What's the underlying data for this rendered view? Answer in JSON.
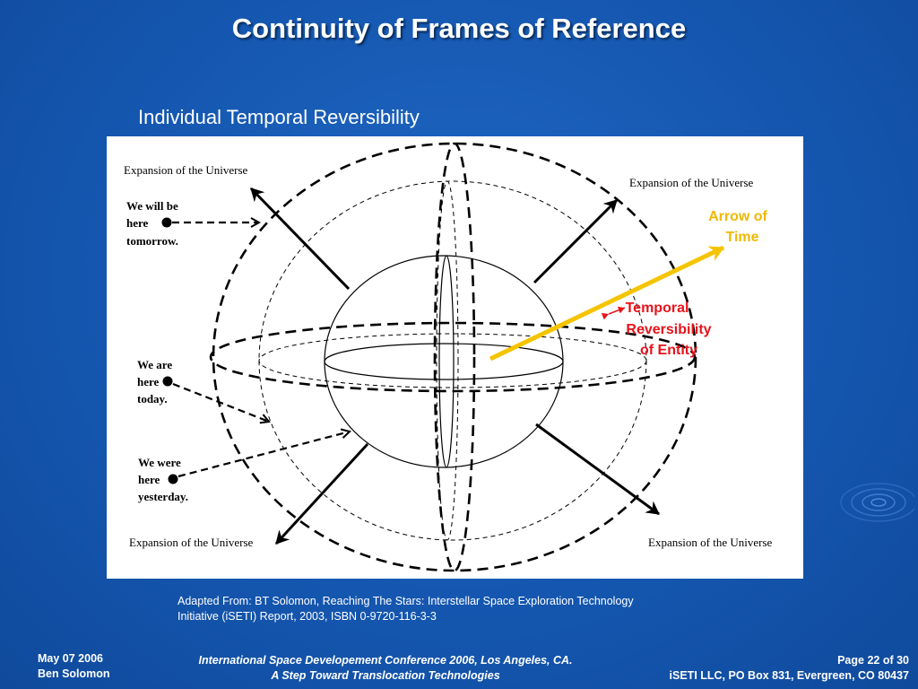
{
  "slide": {
    "title": "Continuity of Frames of Reference",
    "subtitle": "Individual Temporal Reversibility"
  },
  "diagram": {
    "expansion_label": "Expansion of the Universe",
    "tomorrow": [
      "We will be",
      "here",
      "tomorrow."
    ],
    "today": [
      "We are",
      "here",
      "today."
    ],
    "yesterday": [
      "We were",
      "here",
      "yesterday."
    ],
    "arrow_of_time": [
      "Arrow of",
      "Time"
    ],
    "temporal_reversibility": [
      "Temporal",
      "Reversibility",
      "of Entity"
    ],
    "colors": {
      "arrow_of_time": "#f5c400",
      "red_labels": "#e8131b",
      "arrow_of_time_text": "#f0b800"
    }
  },
  "caption": {
    "line1": "Adapted From: BT Solomon, Reaching The Stars: Interstellar Space Exploration Technology",
    "line2": "Initiative (iSETI) Report, 2003, ISBN 0-9720-116-3-3"
  },
  "footer": {
    "date": "May 07 2006",
    "author": "Ben Solomon",
    "conference": "International Space Developement Conference 2006, Los Angeles, CA.",
    "talk": "A Step Toward Translocation Technologies",
    "page": "Page 22 of 30",
    "org": "iSETI LLC, PO Box 831, Evergreen, CO 80437"
  }
}
